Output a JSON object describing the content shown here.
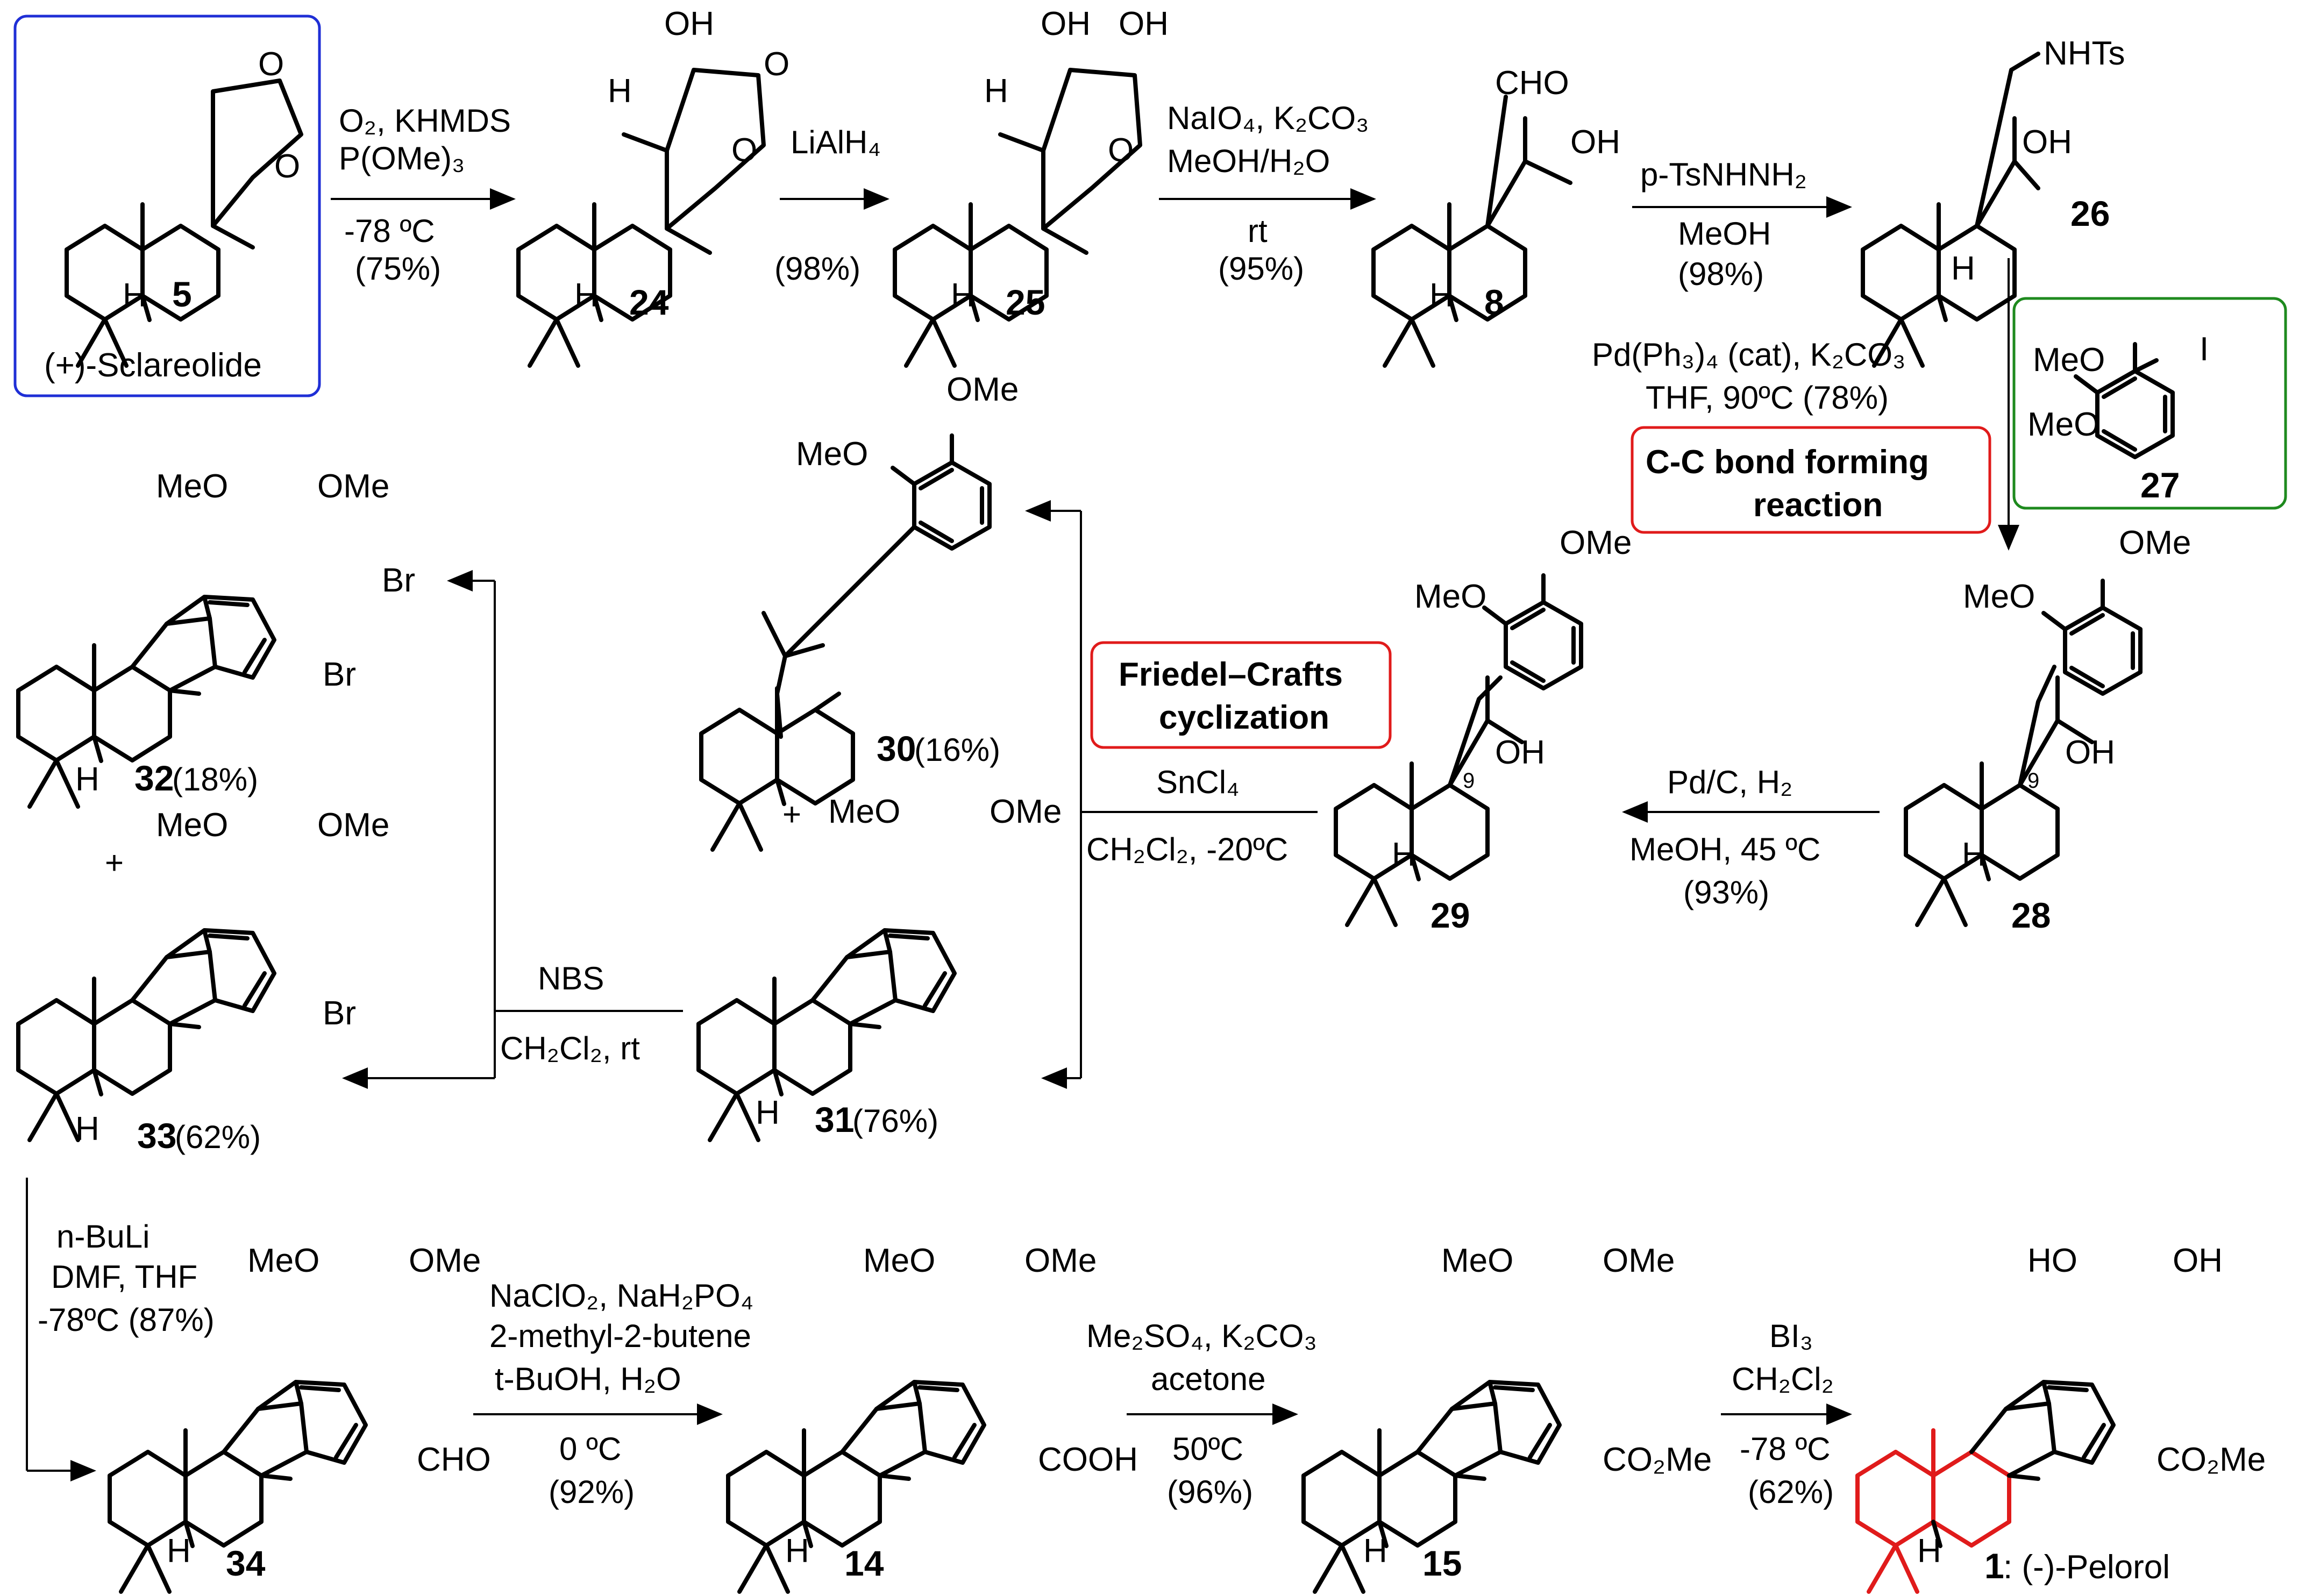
{
  "colors": {
    "highlight": "#e01b1b",
    "start_box": "#1f2fd6",
    "reagent_box": "#1e8a1e",
    "atom_label": "#1f2fd6"
  },
  "compounds": {
    "c5": {
      "num": "5",
      "name": "(+)-Sclareolide"
    },
    "c24": {
      "num": "24"
    },
    "c25": {
      "num": "25"
    },
    "c8": {
      "num": "8"
    },
    "c26": {
      "num": "26"
    },
    "c27": {
      "num": "27"
    },
    "c28": {
      "num": "28"
    },
    "c29": {
      "num": "29"
    },
    "c30": {
      "num": "30",
      "yield": "(16%)"
    },
    "c31": {
      "num": "31",
      "yield": "(76%)"
    },
    "c32": {
      "num": "32",
      "yield": "(18%)"
    },
    "c33": {
      "num": "33",
      "yield": "(62%)"
    },
    "c34": {
      "num": "34"
    },
    "c14": {
      "num": "14"
    },
    "c15": {
      "num": "15"
    },
    "c1": {
      "num": "1",
      "name": ":  (-)-Pelorol"
    }
  },
  "atoms": {
    "O": "O",
    "OH": "OH",
    "H": "H",
    "CHO": "CHO",
    "NHTs": "NHTs",
    "MeO": "MeO",
    "OMe": "OMe",
    "I": "I",
    "Br": "Br",
    "COOH": "COOH",
    "CO2Me": "CO₂Me",
    "HO": "HO",
    "nine": "9",
    "plus": "+"
  },
  "steps": {
    "s1": {
      "l1": "O₂, KHMDS",
      "l2": "P(OMe)₃",
      "l3": "-78 ºC",
      "l4": "(75%)"
    },
    "s2": {
      "l1": "LiAlH₄",
      "l2": "(98%)"
    },
    "s3": {
      "l1": "NaIO₄, K₂CO₃",
      "l2": "MeOH/H₂O",
      "l3": "rt",
      "l4": "(95%)"
    },
    "s4": {
      "l1": "p-TsNHNH₂",
      "l2": "MeOH",
      "l3": "(98%)"
    },
    "s5": {
      "l1": "Pd(Ph₃)₄ (cat), K₂CO₃",
      "l2": "THF,  90ºC (78%)",
      "box": "C-C bond forming reaction",
      "box_l1": "C-C bond forming",
      "box_l2": "reaction"
    },
    "s6": {
      "l1": "Pd/C, H₂",
      "l2": "MeOH, 45 ºC",
      "l3": "(93%)"
    },
    "s7": {
      "l1": "SnCl₄",
      "l2": "CH₂Cl₂, -20ºC",
      "box_l1": "Friedel–Crafts",
      "box_l2": "cyclization"
    },
    "s8": {
      "l1": "NBS",
      "l2": "CH₂Cl₂, rt"
    },
    "s9": {
      "l1": "n-BuLi",
      "l2": "DMF,  THF",
      "l3": "-78ºC (87%)"
    },
    "s10": {
      "l1": "NaClO₂, NaH₂PO₄",
      "l2": "2-methyl-2-butene",
      "l3": "t-BuOH, H₂O",
      "l4": "0 ºC",
      "l5": "(92%)"
    },
    "s11": {
      "l1": "Me₂SO₄, K₂CO₃",
      "l2": "acetone",
      "l3": "50ºC",
      "l4": "(96%)"
    },
    "s12": {
      "l1": "BI₃",
      "l2": "CH₂Cl₂",
      "l3": "-78 ºC",
      "l4": "(62%)"
    }
  }
}
